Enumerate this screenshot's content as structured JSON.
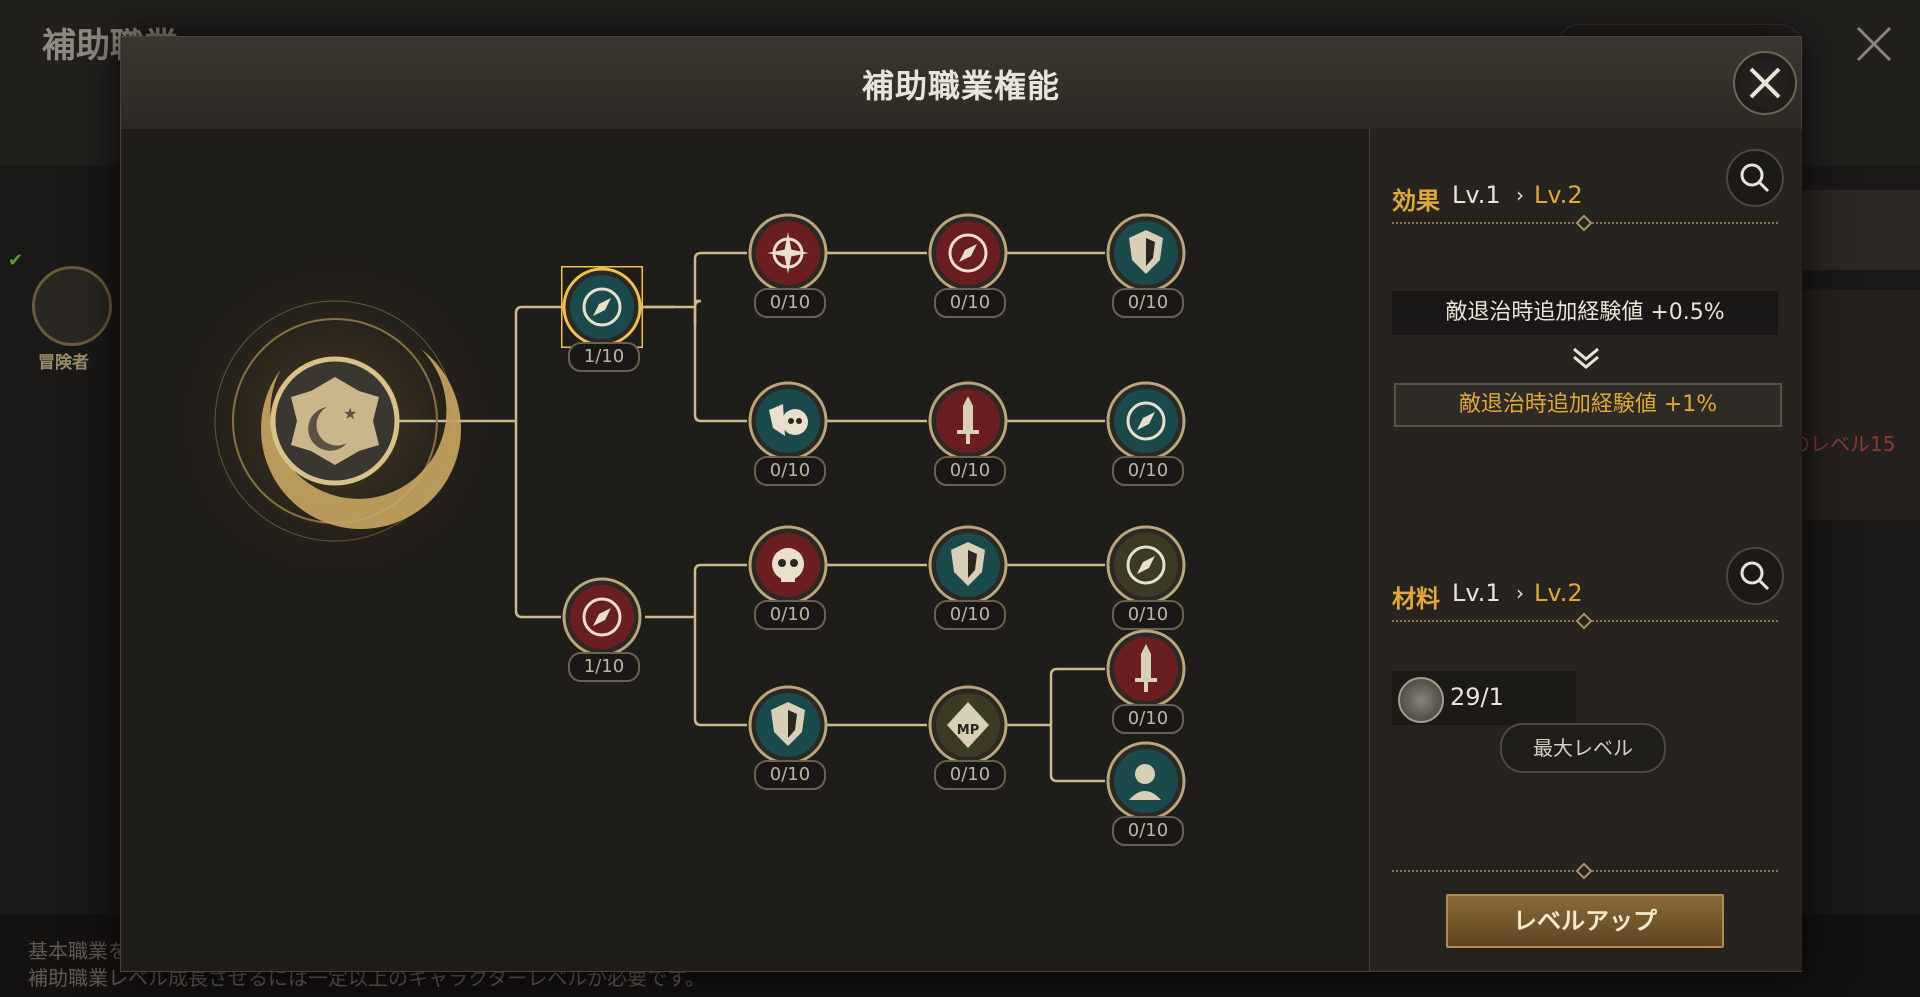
{
  "background": {
    "title": "補助職業",
    "left_job_label": "冒険者",
    "red_notice": "のレベル15",
    "footer_line1": "基本職業を",
    "footer_line2": "補助職業レベル成長させるには一定以上のキャラクターレベルが必要です。"
  },
  "modal": {
    "title": "補助職業権能",
    "close_icon": "close-icon"
  },
  "tree": {
    "nodes": [
      {
        "id": "branch1",
        "icon": "compass-icon",
        "level": "1/10",
        "color": "teal",
        "selected": true
      },
      {
        "id": "branch2",
        "icon": "compass-icon",
        "level": "1/10",
        "color": "red"
      },
      {
        "id": "r1c1",
        "icon": "crosshair-icon",
        "level": "0/10",
        "color": "red"
      },
      {
        "id": "r1c2",
        "icon": "compass-icon",
        "level": "0/10",
        "color": "red"
      },
      {
        "id": "r1c3",
        "icon": "shield-icon",
        "level": "0/10",
        "color": "teal"
      },
      {
        "id": "r2c1",
        "icon": "skull-shield-icon",
        "level": "0/10",
        "color": "teal"
      },
      {
        "id": "r2c2",
        "icon": "sword-icon",
        "level": "0/10",
        "color": "red"
      },
      {
        "id": "r2c3",
        "icon": "compass-icon",
        "level": "0/10",
        "color": "teal"
      },
      {
        "id": "r3c1",
        "icon": "skull-icon",
        "level": "0/10",
        "color": "red"
      },
      {
        "id": "r3c2",
        "icon": "shield-icon",
        "level": "0/10",
        "color": "teal"
      },
      {
        "id": "r3c3",
        "icon": "compass-icon",
        "level": "0/10",
        "color": "olive"
      },
      {
        "id": "r4c1",
        "icon": "shield-icon",
        "level": "0/10",
        "color": "teal"
      },
      {
        "id": "r4c2",
        "icon": "mp-icon",
        "level": "0/10",
        "color": "olive"
      },
      {
        "id": "r4c3a",
        "icon": "sword-icon",
        "level": "0/10",
        "color": "red"
      },
      {
        "id": "r4c3b",
        "icon": "person-icon",
        "level": "0/10",
        "color": "teal"
      }
    ]
  },
  "effect": {
    "label": "効果",
    "from": "Lv.1",
    "to": "Lv.2",
    "current": "敵退治時追加経験値 +0.5%",
    "next": "敵退治時追加経験値 +1%"
  },
  "material": {
    "label": "材料",
    "from": "Lv.1",
    "to": "Lv.2",
    "count": "29/1"
  },
  "buttons": {
    "max_level": "最大レベル",
    "level_up": "レベルアップ"
  },
  "colors": {
    "accent_gold": "#e0a73a",
    "red_node": "#6a1e22",
    "teal_node": "#1a4a4c",
    "olive_node": "#3c3a24"
  }
}
